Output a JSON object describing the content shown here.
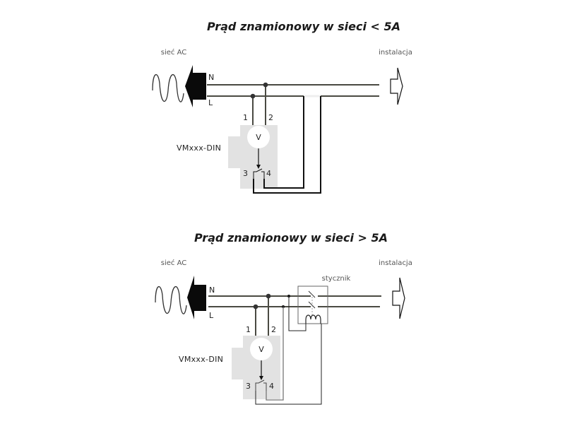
{
  "diagrams": [
    {
      "title": "Prąd znamionowy w sieci < 5A",
      "source_label": "sieć AC",
      "output_label": "instalacja",
      "line_n": "N",
      "line_l": "L",
      "device_name": "VMxxx-DIN",
      "voltmeter_symbol": "V",
      "terminals": [
        "1",
        "2",
        "3",
        "4"
      ]
    },
    {
      "title": "Prąd znamionowy w sieci > 5A",
      "source_label": "sieć AC",
      "output_label": "instalacja",
      "line_n": "N",
      "line_l": "L",
      "device_name": "VMxxx-DIN",
      "voltmeter_symbol": "V",
      "terminals": [
        "1",
        "2",
        "3",
        "4"
      ],
      "contactor_label": "stycznik"
    }
  ],
  "colors": {
    "wire": "#4a4a42",
    "wire_black": "#111111",
    "module_bg": "#e2e2e2",
    "gap": "#eeeeee"
  }
}
